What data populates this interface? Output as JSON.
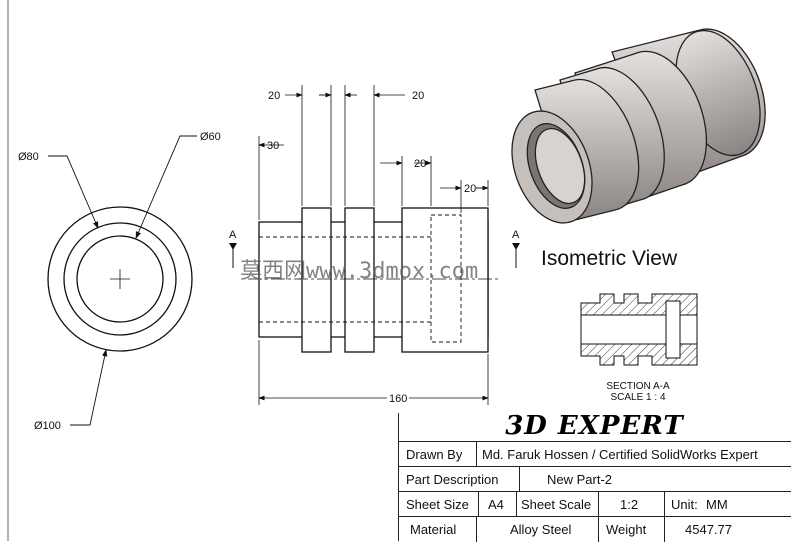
{
  "watermark": "莫西网www.3dmox.com",
  "views": {
    "isometric_label": "Isometric View",
    "section_label_line1": "SECTION A-A",
    "section_label_line2": "SCALE 1 : 4",
    "section_marker": "A"
  },
  "dimensions": {
    "d80": "Ø80",
    "d60": "Ø60",
    "d100": "Ø100",
    "w20_a": "20",
    "w20_b": "20",
    "w30": "30",
    "w20_c": "20",
    "w20_d": "20",
    "w160": "160"
  },
  "title_block": {
    "brand": "3D EXPERT",
    "drawn_by_label": "Drawn By",
    "drawn_by_value": "Md. Faruk Hossen / Certified SolidWorks Expert",
    "part_desc_label": "Part Description",
    "part_desc_value": "New Part-2",
    "sheet_size_label": "Sheet Size",
    "sheet_size_value": "A4",
    "sheet_scale_label": "Sheet Scale",
    "sheet_scale_value": "1:2",
    "unit_label": "Unit:",
    "unit_value": "MM",
    "material_label": "Material",
    "material_value": "Alloy Steel",
    "weight_label": "Weight",
    "weight_value": "4547.77"
  },
  "colors": {
    "line": "#111111",
    "iso_body": "#bdb7b4",
    "iso_dark": "#6e6866",
    "iso_light": "#e2dedc"
  }
}
